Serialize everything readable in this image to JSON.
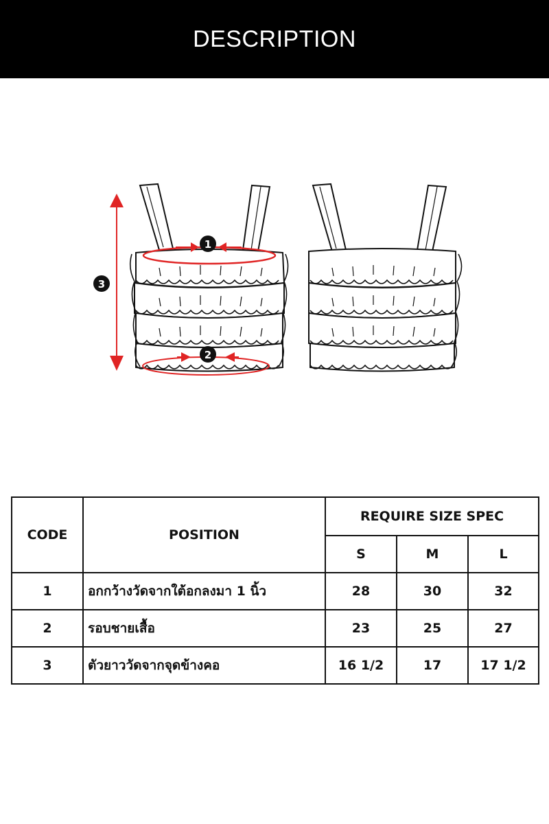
{
  "header": {
    "title": "DESCRIPTION"
  },
  "illustration": {
    "markers": [
      "1",
      "2",
      "3"
    ],
    "colors": {
      "arrow": "#e02424",
      "outline": "#111111",
      "marker_bg": "#111111"
    }
  },
  "table": {
    "headers": {
      "code": "CODE",
      "position": "POSITION",
      "spec": "REQUIRE SIZE SPEC",
      "sizes": [
        "S",
        "M",
        "L"
      ]
    },
    "rows": [
      {
        "code": "1",
        "position": "อกกว้างวัดจากใต้อกลงมา 1 นิ้ว",
        "values": [
          "28",
          "30",
          "32"
        ]
      },
      {
        "code": "2",
        "position": "รอบชายเสื้อ",
        "values": [
          "23",
          "25",
          "27"
        ]
      },
      {
        "code": "3",
        "position": "ตัวยาววัดจากจุดข้างคอ",
        "values": [
          "16 1/2",
          "17",
          "17 1/2"
        ]
      }
    ]
  }
}
